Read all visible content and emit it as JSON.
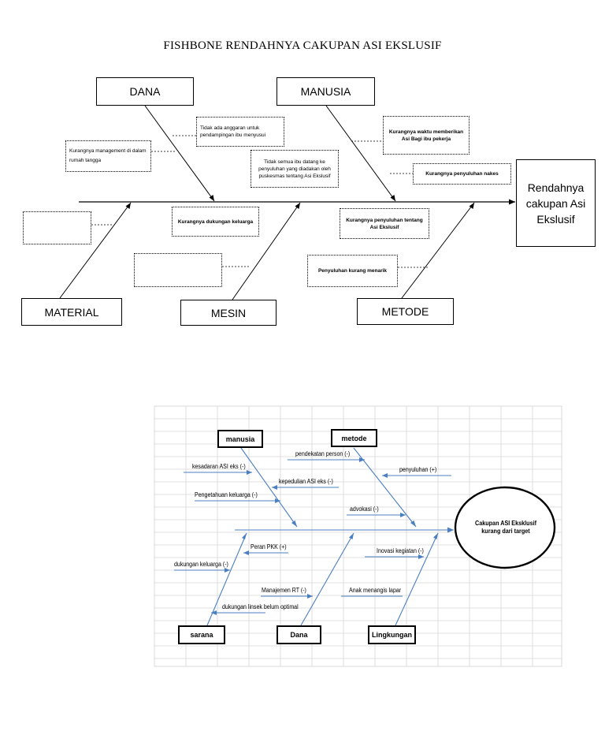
{
  "diagram1": {
    "title": "FISHBONE RENDAHNYA CAKUPAN ASI EKSLUSIF",
    "head": "Rendahnya cakupan Asi Ekslusif",
    "categories": {
      "dana": "DANA",
      "manusia": "MANUSIA",
      "material": "MATERIAL",
      "mesin": "MESIN",
      "metode": "METODE"
    },
    "notes": {
      "dana_anggaran": "Tidak ada anggaran untuk pendampingan ibu menyusui",
      "dana_management": "Kurangnya management di dalam rumah tangga",
      "dana_dukungan": "Kurangnya dukungan keluarga",
      "manusia_waktu": "Kurangnya waktu memberikan Asi Bagi ibu pekerja",
      "manusia_nakes": "Kurangnya penyuluhan nakes",
      "manusia_datang": "Tidak semua ibu datang ke penyuluhan yang diadakan oleh puskesmas tentang Asi Ekslusif",
      "metode_penyuluhan": "Kurangnya penyuluhan tentang Asi Ekslusif",
      "metode_menarik": "Penyuluhan kurang menarik",
      "material_empty": "",
      "mesin_empty": ""
    }
  },
  "diagram2": {
    "head": "Cakupan ASI Eksklusif kurang dari target",
    "categories": {
      "manusia": "manusia",
      "metode": "metode",
      "sarana": "sarana",
      "dana": "Dana",
      "lingkungan": "Lingkungan"
    },
    "causes": {
      "kesadaran": "kesadaran ASI eks (-)",
      "kepedulian": "kepedulian ASI eks (-)",
      "pengetahuan": "Pengetahuan keluarga (-)",
      "pendekatan": "pendekatan person (-)",
      "penyuluhan": "penyuluhan (+)",
      "advokasi": "advokasi (-)",
      "peran_pkk": "Peran PKK (+)",
      "dukungan_keluarga": "dukungan keluarga (-)",
      "manajemen_rt": "Manajemen RT (-)",
      "dukungan_linsek": "dukungan linsek belum optimal",
      "inovasi": "Inovasi kegiatan (-)",
      "anak_menangis": "Anak menangis lapar"
    },
    "colors": {
      "line": "#4a7fc1",
      "grid": "#d6d6d6"
    }
  }
}
